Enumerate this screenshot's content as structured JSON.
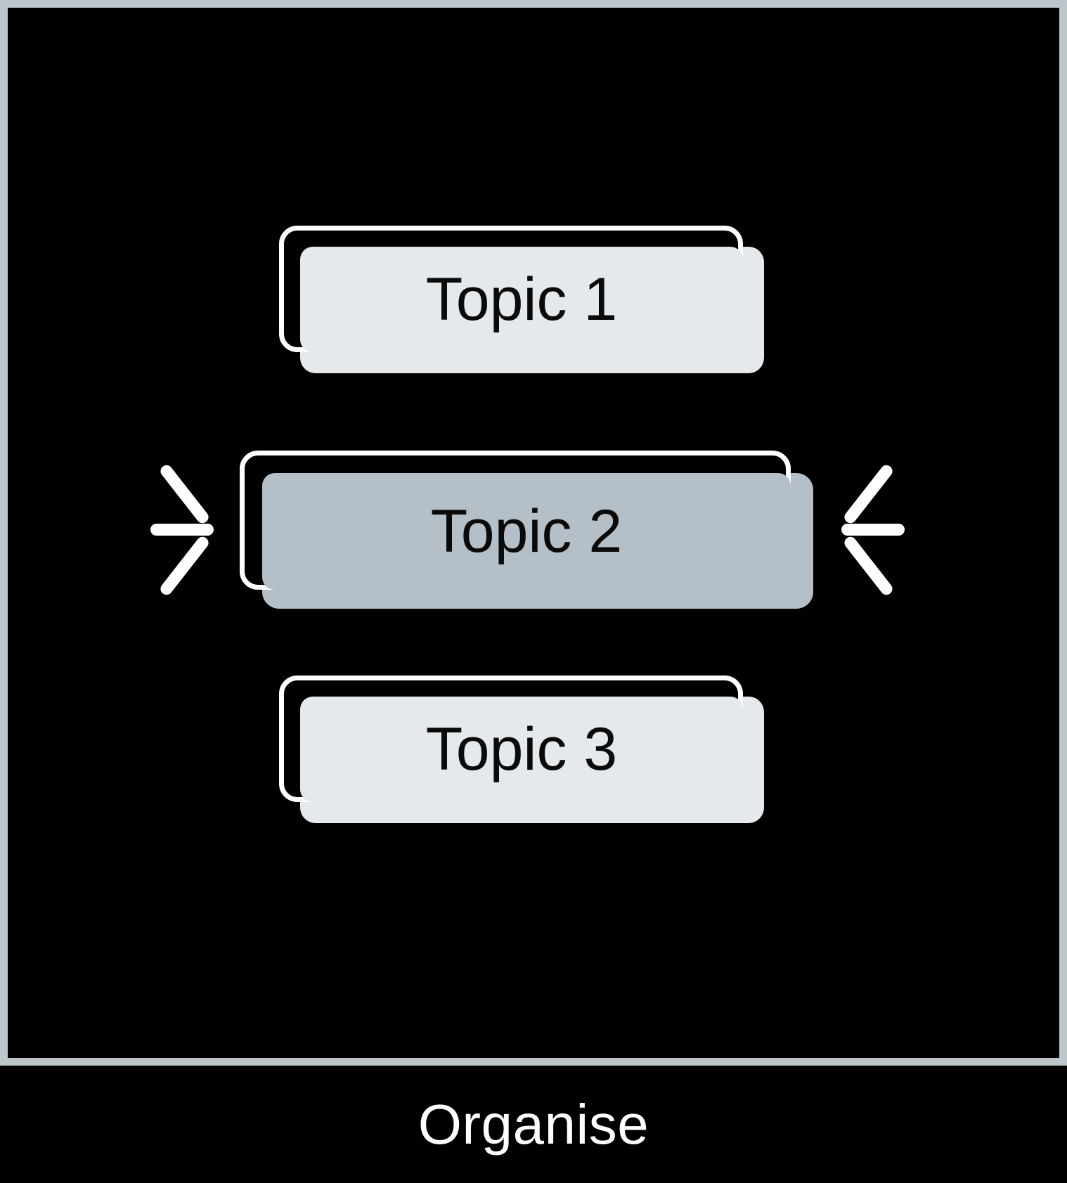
{
  "frame": {
    "border_color": "#bdc6ca",
    "canvas_color": "#000000"
  },
  "caption": {
    "text": "Organise",
    "color": "#ffffff"
  },
  "cards": [
    {
      "label": "Topic 1",
      "fill": "#e5e9ec",
      "outline_color": "#ffffff",
      "state": "normal"
    },
    {
      "label": "Topic 2",
      "fill": "#b5bfc7",
      "outline_color": "#ffffff",
      "state": "selected"
    },
    {
      "label": "Topic 3",
      "fill": "#e5e9ec",
      "outline_color": "#ffffff",
      "state": "normal"
    }
  ],
  "indicators": {
    "left_icon": "click-burst-icon",
    "right_icon": "click-burst-icon",
    "color": "#ffffff",
    "target_card": "Topic 2"
  }
}
